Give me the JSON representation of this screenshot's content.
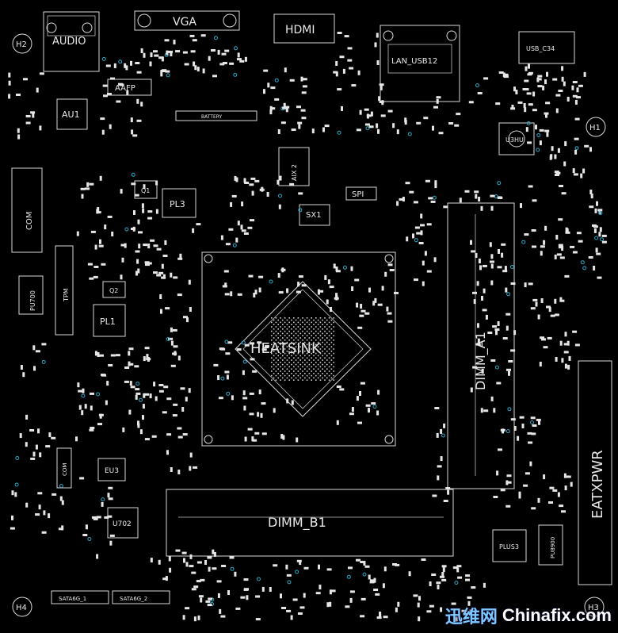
{
  "labels": {
    "audio": "AUDIO",
    "vga": "VGA",
    "hdmi": "HDMI",
    "lan_usb": "LAN_USB12",
    "usb34": "USB_C34",
    "au1": "AU1",
    "aafp": "AAFP",
    "battery": "BATTERY",
    "h2": "H2",
    "h1": "H1",
    "h4": "H4",
    "h3": "H3",
    "u3hu": "U3HU",
    "aix2": "AIX 2",
    "sx1": "SX1",
    "spi": "SPI",
    "pl3": "PL3",
    "pl1": "PL1",
    "q1": "Q1",
    "q2": "Q2",
    "com": "COM",
    "pu700": "PU700",
    "tpm": "TPM",
    "heatsink": "HEATSINK",
    "dimm_a1": "DIMM_A1",
    "dimm_b1": "DIMM_B1",
    "eatxpwr": "EATXPWR",
    "u702": "U702",
    "eu3": "EU3",
    "sata1": "SATA6G_1",
    "sata2": "SATA6G_2",
    "plus3": "PLUS3",
    "pu700b": "PU8900"
  },
  "watermark": {
    "brand": "迅维网",
    "site": "Chinafix.com"
  },
  "colors": {
    "background": "#000000",
    "silkscreen": "#d9d9d9",
    "via": "#2aa8c8"
  }
}
